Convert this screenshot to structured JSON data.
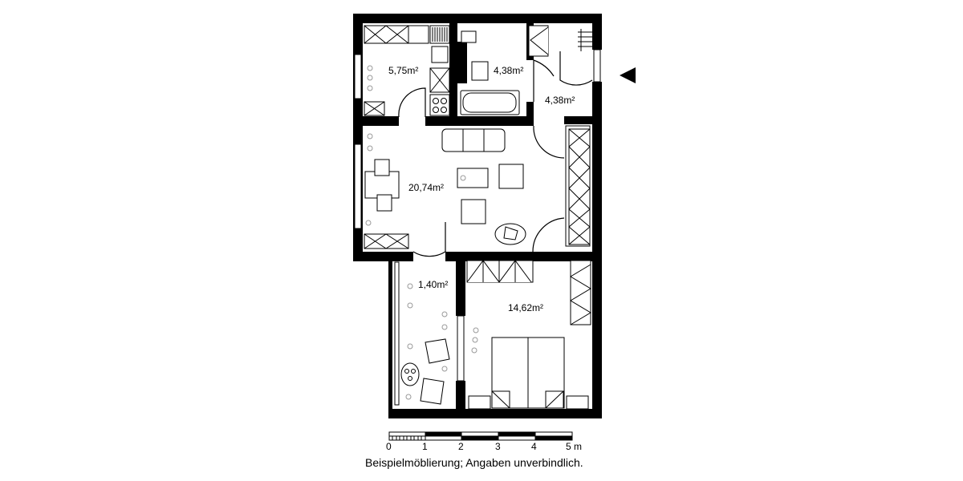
{
  "floor_plan": {
    "rooms": [
      {
        "id": "kitchen",
        "area": "5,75m²"
      },
      {
        "id": "bathroom",
        "area": "4,38m²"
      },
      {
        "id": "hallway",
        "area": "4,38m²"
      },
      {
        "id": "living-room",
        "area": "20,74m²"
      },
      {
        "id": "balcony",
        "area": "1,40m²"
      },
      {
        "id": "bedroom",
        "area": "14,62m²"
      }
    ],
    "entrance_marker": "entrance-arrow-icon"
  },
  "scale_bar": {
    "ticks": [
      "0",
      "1",
      "2",
      "3",
      "4",
      "5 m"
    ]
  },
  "caption": "Beispielmöblierung; Angaben unverbindlich.",
  "colors": {
    "wall": "#000000",
    "background": "#ffffff",
    "plant": "#999999"
  }
}
